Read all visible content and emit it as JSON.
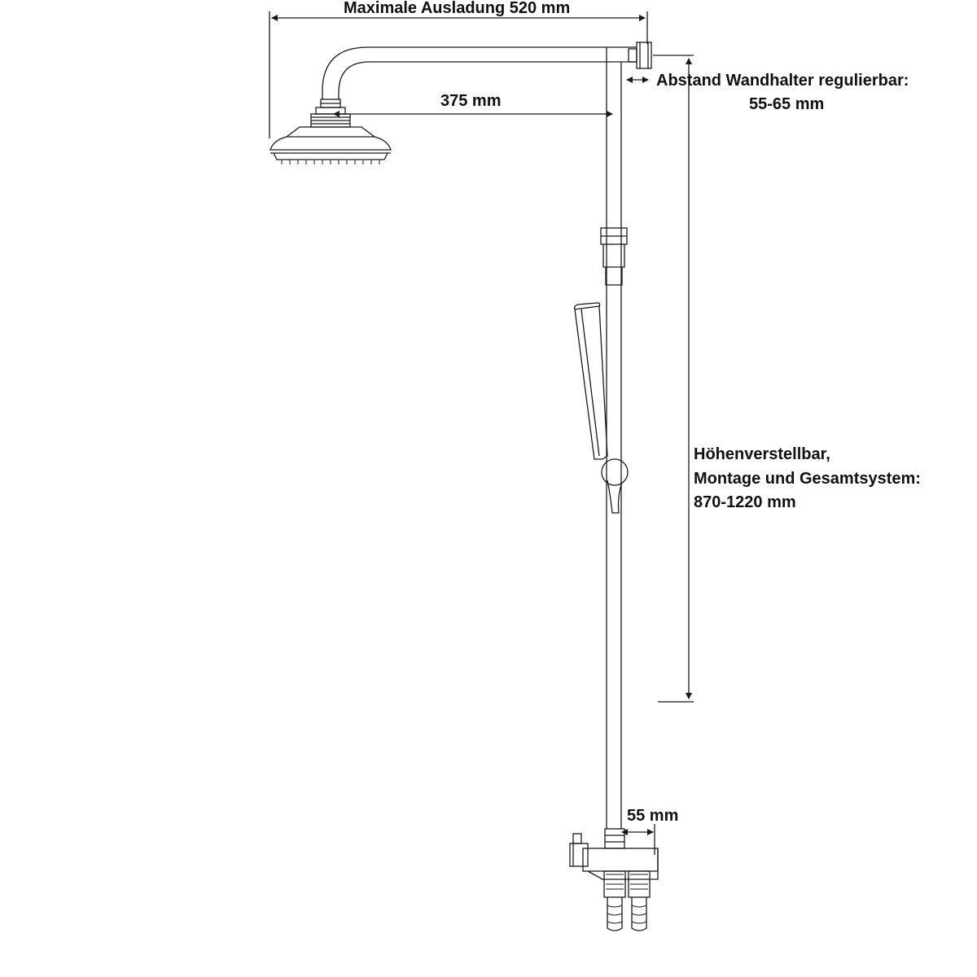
{
  "labels": {
    "max_reach": "Maximale Ausladung 520 mm",
    "arm_length": "375 mm",
    "wall_distance_line1": "Abstand Wandhalter regulierbar:",
    "wall_distance_line2": "55-65 mm",
    "height_line1": "Höhenverstellbar,",
    "height_line2": "Montage und Gesamtsystem:",
    "height_line3": "870-1220 mm",
    "outlet_offset": "55 mm"
  },
  "colors": {
    "line": "#1a1a1a",
    "background": "#ffffff"
  }
}
